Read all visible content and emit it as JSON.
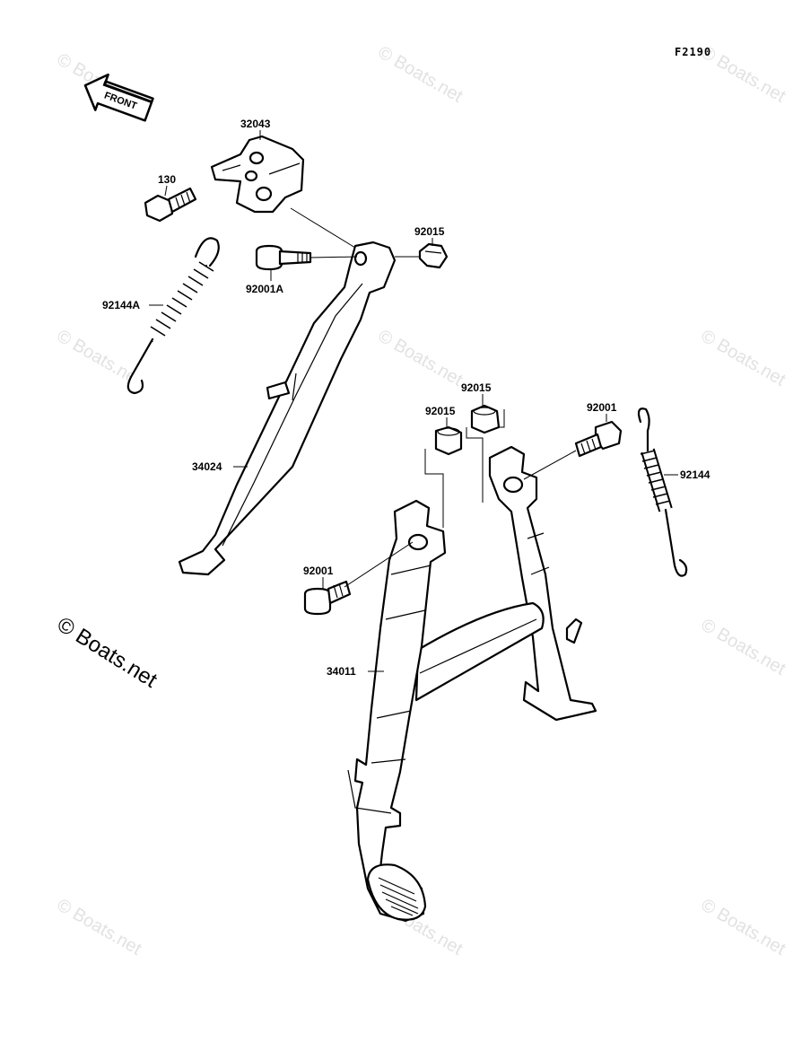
{
  "diagram": {
    "code": "F2190",
    "front_label": "FRONT",
    "watermark_text": "© Boats.net",
    "parts": [
      {
        "id": "p32043",
        "number": "32043"
      },
      {
        "id": "p130",
        "number": "130"
      },
      {
        "id": "p92015a",
        "number": "92015"
      },
      {
        "id": "p92001A",
        "number": "92001A"
      },
      {
        "id": "p92144A",
        "number": "92144A"
      },
      {
        "id": "p34024",
        "number": "34024"
      },
      {
        "id": "p92015b",
        "number": "92015"
      },
      {
        "id": "p92015c",
        "number": "92015"
      },
      {
        "id": "p92001b",
        "number": "92001"
      },
      {
        "id": "p92144",
        "number": "92144"
      },
      {
        "id": "p92001c",
        "number": "92001"
      },
      {
        "id": "p34011",
        "number": "34011"
      }
    ]
  }
}
